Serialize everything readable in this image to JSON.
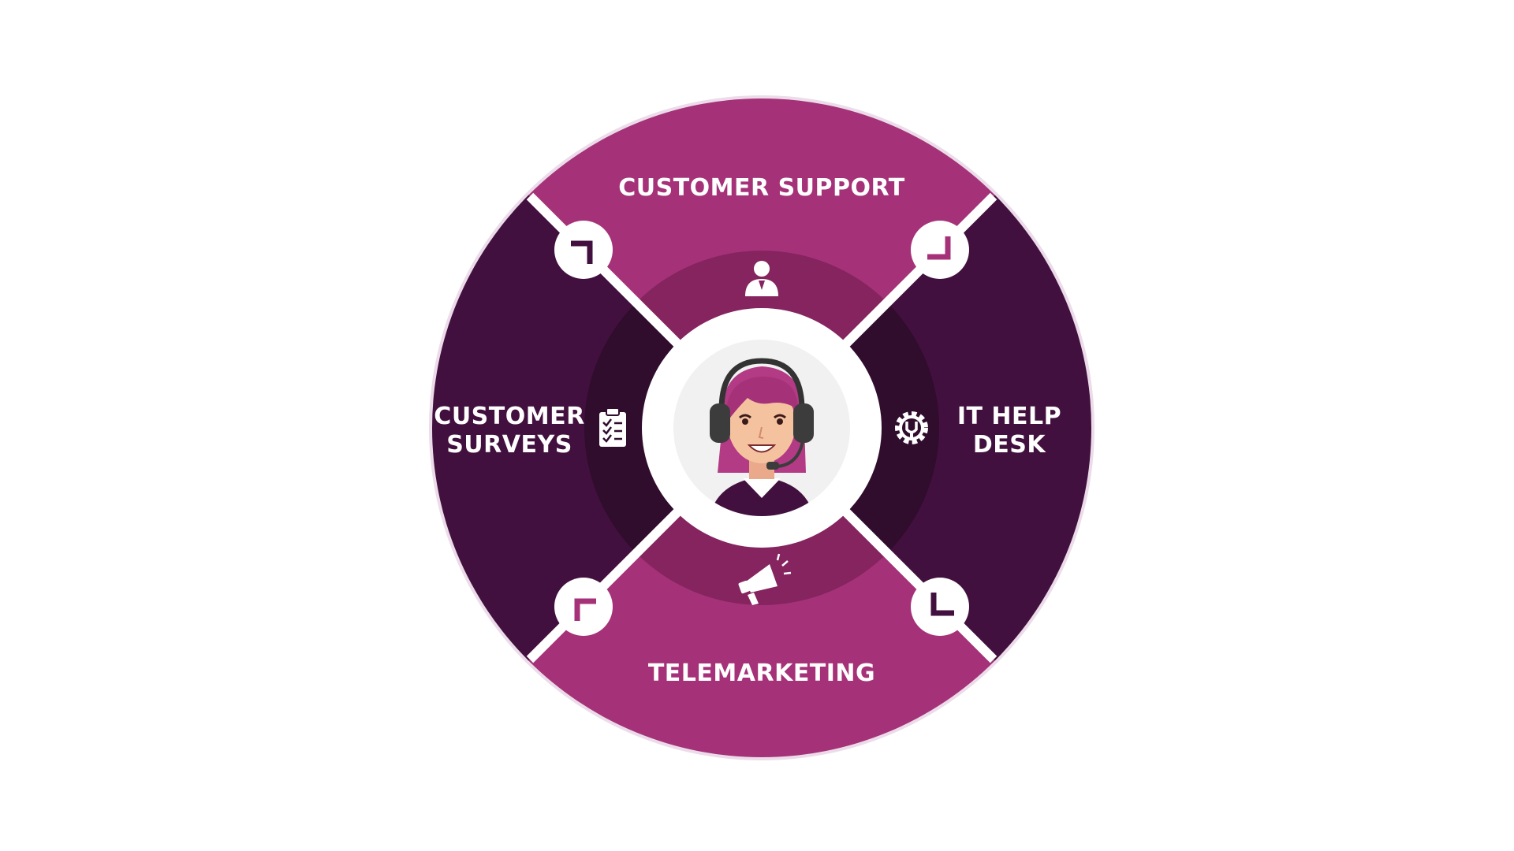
{
  "segments": {
    "top": {
      "label": "CUSTOMER SUPPORT",
      "icon": "person-icon"
    },
    "right": {
      "label_line1": "IT HELP",
      "label_line2": "DESK",
      "icon": "gear-wrench-icon"
    },
    "bottom": {
      "label": "TELEMARKETING",
      "icon": "megaphone-icon"
    },
    "left": {
      "label_line1": "CUSTOMER",
      "label_line2": "SURVEYS",
      "icon": "clipboard-checklist-icon"
    }
  },
  "center": {
    "icon": "call-center-agent-avatar"
  },
  "colors": {
    "accent_magenta": "#a53278",
    "deep_purple": "#42103e",
    "inner_magenta": "#85245f",
    "inner_purple": "#300c2d",
    "white": "#ffffff",
    "avatar_bg": "#f1f1f1"
  }
}
